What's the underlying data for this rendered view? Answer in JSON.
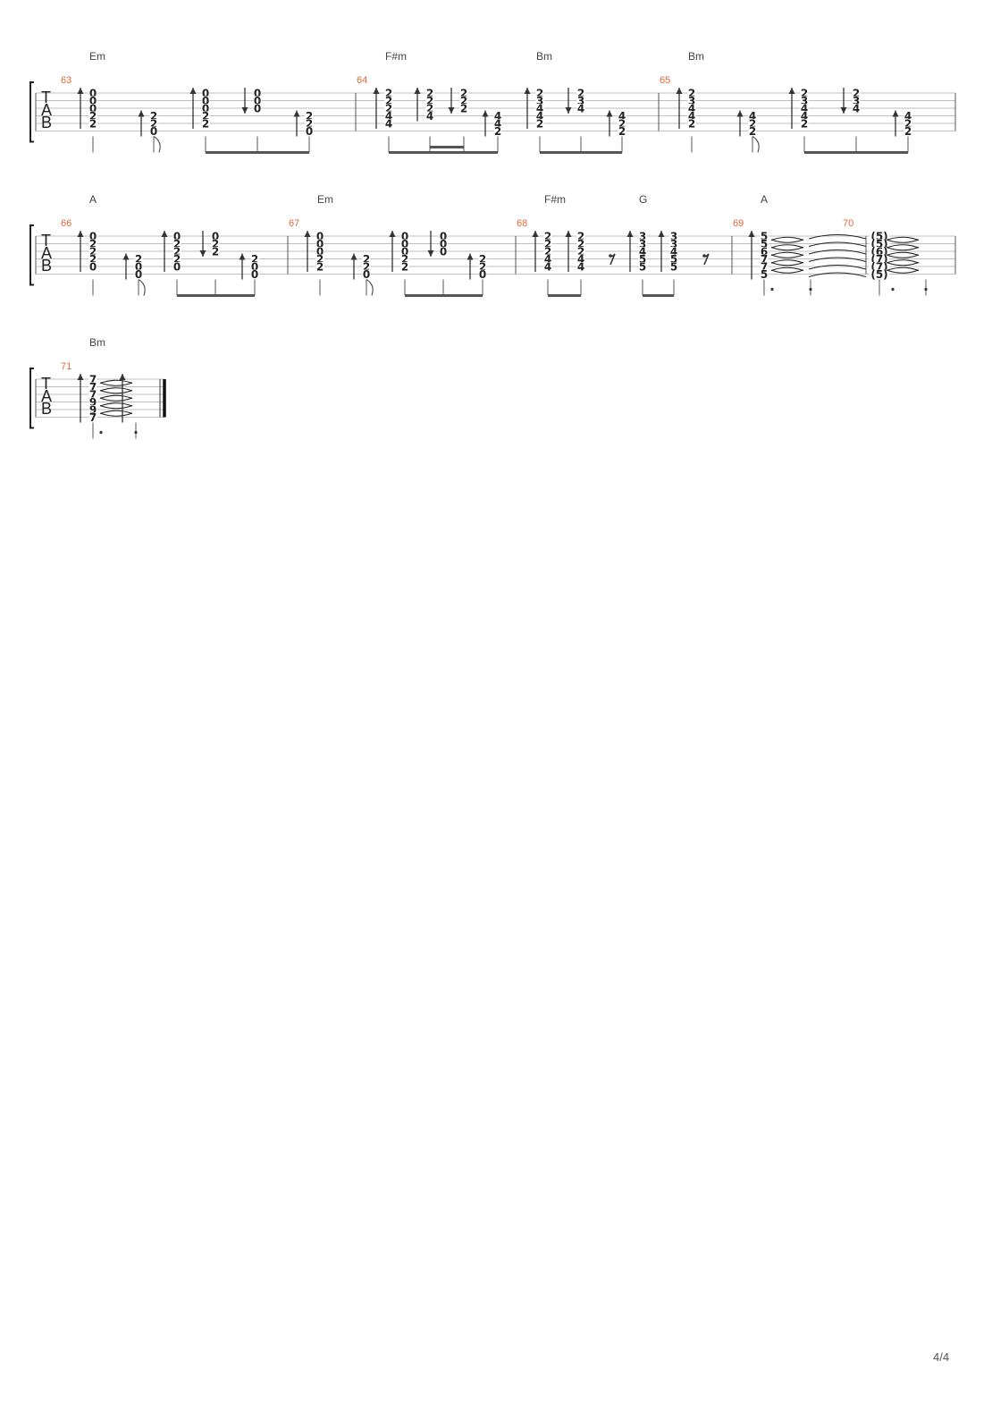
{
  "page": {
    "number_label": "4/4"
  },
  "clef_letters": [
    "T",
    "A",
    "B"
  ],
  "systems": [
    {
      "measures": [
        {
          "number": "63",
          "chords": [
            "Em"
          ],
          "beats": [
            {
              "frets": [
                "0",
                "0",
                "0",
                "2",
                "2",
                ""
              ],
              "stroke": "up"
            },
            {
              "frets": [
                "",
                "",
                "",
                "2",
                "2",
                "0"
              ],
              "stroke": "up"
            },
            {
              "frets": [
                "0",
                "0",
                "0",
                "2",
                "2",
                ""
              ],
              "stroke": "up"
            },
            {
              "frets": [
                "0",
                "0",
                "0",
                "",
                "",
                ""
              ],
              "stroke": "down"
            },
            {
              "frets": [
                "",
                "",
                "",
                "2",
                "2",
                "0"
              ],
              "stroke": "up"
            }
          ]
        },
        {
          "number": "64",
          "chords": [
            "F#m",
            "Bm"
          ],
          "beats": [
            {
              "frets": [
                "2",
                "2",
                "2",
                "4",
                "4",
                ""
              ],
              "stroke": "up"
            },
            {
              "frets": [
                "2",
                "2",
                "2",
                "4",
                "",
                ""
              ],
              "stroke": "up"
            },
            {
              "frets": [
                "2",
                "2",
                "2",
                "",
                "",
                ""
              ],
              "stroke": "down"
            },
            {
              "frets": [
                "",
                "",
                "",
                "4",
                "4",
                "2"
              ],
              "stroke": "up"
            },
            {
              "frets": [
                "2",
                "3",
                "4",
                "4",
                "2",
                ""
              ],
              "stroke": "up"
            },
            {
              "frets": [
                "2",
                "3",
                "4",
                "",
                "",
                ""
              ],
              "stroke": "down"
            },
            {
              "frets": [
                "",
                "",
                "",
                "4",
                "2",
                "2"
              ],
              "stroke": "up"
            }
          ]
        },
        {
          "number": "65",
          "chords": [
            "Bm"
          ],
          "beats": [
            {
              "frets": [
                "2",
                "3",
                "4",
                "4",
                "2",
                ""
              ],
              "stroke": "up"
            },
            {
              "frets": [
                "",
                "",
                "",
                "4",
                "2",
                "2"
              ],
              "stroke": "up"
            },
            {
              "frets": [
                "2",
                "3",
                "4",
                "4",
                "2",
                ""
              ],
              "stroke": "up"
            },
            {
              "frets": [
                "2",
                "3",
                "4",
                "",
                "",
                ""
              ],
              "stroke": "down"
            },
            {
              "frets": [
                "",
                "",
                "",
                "4",
                "2",
                "2"
              ],
              "stroke": "up"
            }
          ]
        }
      ]
    },
    {
      "measures": [
        {
          "number": "66",
          "chords": [
            "A"
          ],
          "beats": [
            {
              "frets": [
                "0",
                "2",
                "2",
                "2",
                "0",
                ""
              ],
              "stroke": "up"
            },
            {
              "frets": [
                "",
                "",
                "",
                "2",
                "0",
                "0"
              ],
              "stroke": "up"
            },
            {
              "frets": [
                "0",
                "2",
                "2",
                "2",
                "0",
                ""
              ],
              "stroke": "up"
            },
            {
              "frets": [
                "0",
                "2",
                "2",
                "",
                "",
                ""
              ],
              "stroke": "down"
            },
            {
              "frets": [
                "",
                "",
                "",
                "2",
                "0",
                "0"
              ],
              "stroke": "up"
            }
          ]
        },
        {
          "number": "67",
          "chords": [
            "Em"
          ],
          "beats": [
            {
              "frets": [
                "0",
                "0",
                "0",
                "2",
                "2",
                ""
              ],
              "stroke": "up"
            },
            {
              "frets": [
                "",
                "",
                "",
                "2",
                "2",
                "0"
              ],
              "stroke": "up"
            },
            {
              "frets": [
                "0",
                "0",
                "0",
                "2",
                "2",
                ""
              ],
              "stroke": "up"
            },
            {
              "frets": [
                "0",
                "0",
                "0",
                "",
                "",
                ""
              ],
              "stroke": "down"
            },
            {
              "frets": [
                "",
                "",
                "",
                "2",
                "2",
                "0"
              ],
              "stroke": "up"
            }
          ]
        },
        {
          "number": "68",
          "chords": [
            "F#m",
            "G"
          ],
          "beats": [
            {
              "frets": [
                "2",
                "2",
                "2",
                "4",
                "4",
                ""
              ],
              "stroke": "up"
            },
            {
              "frets": [
                "2",
                "2",
                "2",
                "4",
                "4",
                ""
              ],
              "stroke": "up"
            },
            {
              "frets": [
                "3",
                "3",
                "4",
                "5",
                "5",
                ""
              ],
              "stroke": "up"
            },
            {
              "frets": [
                "3",
                "3",
                "4",
                "5",
                "5",
                ""
              ],
              "stroke": "up"
            }
          ]
        },
        {
          "number": "69",
          "chords": [
            "A"
          ],
          "beats": [
            {
              "frets": [
                "5",
                "5",
                "6",
                "7",
                "7",
                "5"
              ],
              "stroke": "up"
            }
          ]
        },
        {
          "number": "70",
          "chords": [],
          "beats": [
            {
              "frets": [
                "(5)",
                "(5)",
                "(6)",
                "(7)",
                "(7)",
                "(5)"
              ],
              "stroke": ""
            }
          ]
        }
      ]
    },
    {
      "measures": [
        {
          "number": "71",
          "chords": [
            "Bm"
          ],
          "beats": [
            {
              "frets": [
                "7",
                "7",
                "7",
                "9",
                "9",
                "7"
              ],
              "stroke": "up"
            }
          ]
        }
      ]
    }
  ]
}
